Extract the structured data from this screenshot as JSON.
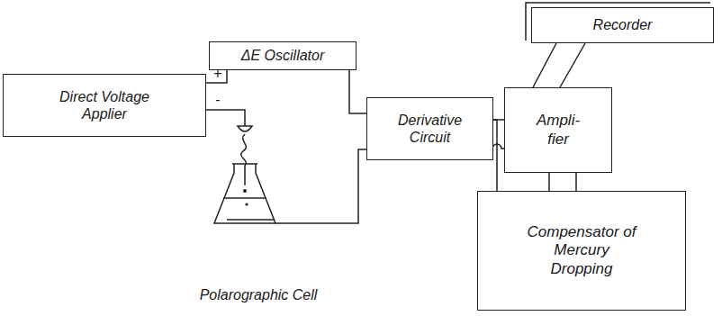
{
  "diagram": {
    "nodes": [
      {
        "text": [
          "Direct Voltage Applier"
        ]
      },
      {
        "text": [
          "ΔE Oscillator"
        ]
      },
      {
        "text": [
          "Derivative Circuit"
        ]
      },
      {
        "text": [
          "Ampli- fier"
        ]
      },
      {
        "text": [
          "Recorder"
        ]
      },
      {
        "text": [
          "Compensator of Mercury Dropping"
        ]
      },
      {
        "text": [
          "Polarographic Cell"
        ]
      }
    ],
    "edges": [
      {
        "from": 0,
        "to": 1,
        "arrow": "none"
      },
      {
        "from": 0,
        "to": 6,
        "arrow": "none"
      },
      {
        "from": 1,
        "to": 2,
        "arrow": "none"
      },
      {
        "from": 6,
        "to": 2,
        "arrow": "none"
      },
      {
        "from": 2,
        "to": 3,
        "arrow": "none"
      },
      {
        "from": 2,
        "to": 3,
        "arrow": "none"
      },
      {
        "from": 2,
        "to": 5,
        "arrow": "none"
      },
      {
        "from": 3,
        "to": 4,
        "arrow": "none"
      },
      {
        "from": 3,
        "to": 4,
        "arrow": "none"
      },
      {
        "from": 3,
        "to": 5,
        "arrow": "none"
      },
      {
        "from": 3,
        "to": 5,
        "arrow": "none"
      }
    ],
    "labels": [
      "+",
      "-"
    ]
  }
}
